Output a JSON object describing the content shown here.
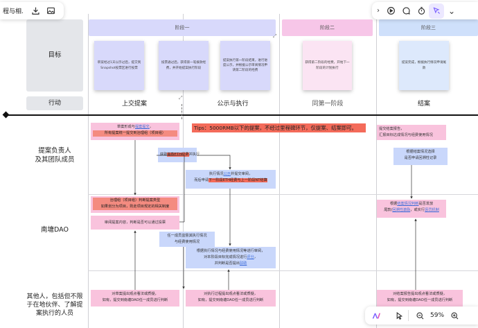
{
  "toolbar_left": {
    "doc_title": "程与相..."
  },
  "toolbar_bottom": {
    "zoom": "59%"
  },
  "phases": {
    "p1": "阶段一",
    "p2": "阶段二",
    "p3": "阶段三"
  },
  "rows": {
    "goal": "目标",
    "action": "行动",
    "proposer": "提案负责人\n及其团队成员",
    "dao": "南塘DAO",
    "others": "其他人，包括但不限于在地伙伴、了解提案执行的人员"
  },
  "columns": {
    "c1": "上交提案",
    "c2": "公示与执行",
    "c3": "同第一阶段",
    "c4": "结案"
  },
  "goals": {
    "g1": "草案经过1天以示过后，提交到Snapshot投票区进行投票",
    "g2": "投票通过后，获得第一笔拨款经费，并开始提案执行阶段",
    "g3": "提案执行第一阶段结束，进行进度公示，并根据公示审阅情况申请第二阶段的经费",
    "g4": "获得第二阶段的经费，开始下一阶段的计划执行",
    "g5": "提案完成，根据执行情况申请尾款"
  },
  "tips": "Tips：5000RMB以下的提案，不经过里程碑环节，仅提案、结案即可。",
  "notes": {
    "n1a": "草案形成与",
    "n1link": "提案提交",
    "n1b": "，",
    "n1c": "所有提案统一提交到治理组（项目组）",
    "n2a": "获取",
    "n2b": "首款ETH经费",
    "n2c": "并执行",
    "n3a": "执行情况",
    "n3link": "公示",
    "n3b": "并提交审阅，",
    "n3c": "而后申请",
    "n3d": "下一阶段ETH经费与上一阶段NT结算",
    "n4a": "提交结案报告，",
    "n4b": "汇报目标达成情况与经费使用情况",
    "n5a": "根据结案情况选择",
    "n5b": "是否申请回溯性记录",
    "d1a": "治理组（项目组）判断提案类型",
    "d1b": "如果划分为项目，则走项目规定的相关制度",
    "d2": "审阅提案内容，判断是否可以通过投票",
    "d3a": "任一成员监督其执行情况",
    "d3b": "与经费使用情况",
    "d4a": "根据执行情况与经费使用情况等进行审阅，",
    "d4b": "对本阶段目标完成情况进行",
    "d4link": "评分",
    "d4c": "，",
    "d4d": "并判断是否提出",
    "d4link2": "驳助",
    "d5a": "根据",
    "d5link1": "结案情况判断",
    "d5b": "是否发放",
    "d5c": "尾款/",
    "d5link2": "回溯性激励",
    "d5d": "，或实行",
    "d5link3": "惩罚机制",
    "o1a": "对草案提出观点看法或质疑，",
    "o1b": "如有，提交到南塘DAO任一成员进行判断",
    "o2a": "对执行过程提出观点看法或质疑，",
    "o2b": "如有，提交到南塘DAO任一成员进行判断",
    "o3a": "对结案报告提出观点看法或质疑，",
    "o3b": "如有，提交到南塘DAO任一成员进行判断"
  },
  "colors": {
    "phase1": "#d8d9fb",
    "phase2": "#f7c6e8",
    "phase3": "#cfe0fb",
    "pink_note": "#f9c3dd",
    "blue_note": "#c9d7fb",
    "highlight": "#f46b5a",
    "toolbar_accent": "#7b61ff"
  }
}
